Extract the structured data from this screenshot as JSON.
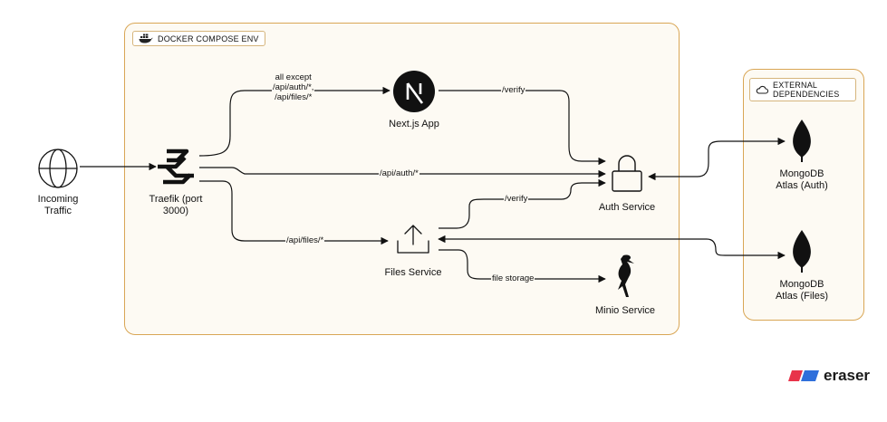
{
  "groups": {
    "docker": {
      "title": "DOCKER COMPOSE ENV"
    },
    "external": {
      "title_line1": "EXTERNAL",
      "title_line2": "DEPENDENCIES"
    }
  },
  "nodes": {
    "incoming": {
      "line1": "Incoming",
      "line2": "Traffic",
      "icon": "globe-icon"
    },
    "traefik": {
      "line1": "Traefik (port",
      "line2": "3000)",
      "icon": "traefik-logo-icon"
    },
    "nextjs": {
      "label": "Next.js App",
      "icon": "nextjs-logo-icon"
    },
    "auth": {
      "label": "Auth Service",
      "icon": "lock-icon"
    },
    "files": {
      "label": "Files Service",
      "icon": "upload-icon"
    },
    "minio": {
      "label": "Minio Service",
      "icon": "minio-bird-icon"
    },
    "mongo_auth": {
      "line1": "MongoDB",
      "line2": "Atlas (Auth)",
      "icon": "mongodb-leaf-icon"
    },
    "mongo_files": {
      "line1": "MongoDB",
      "line2": "Atlas (Files)",
      "icon": "mongodb-leaf-icon"
    }
  },
  "edges": {
    "to_next_line1": "all except",
    "to_next_line2": "/api/auth/*,",
    "to_next_line3": "/api/files/*",
    "next_verify": "/verify",
    "auth_route": "/api/auth/*",
    "files_verify": "/verify",
    "files_route": "/api/files/*",
    "file_storage": "file storage"
  },
  "brand": {
    "name": "eraser",
    "colors": [
      "#e8334a",
      "#2f6fdb"
    ]
  }
}
